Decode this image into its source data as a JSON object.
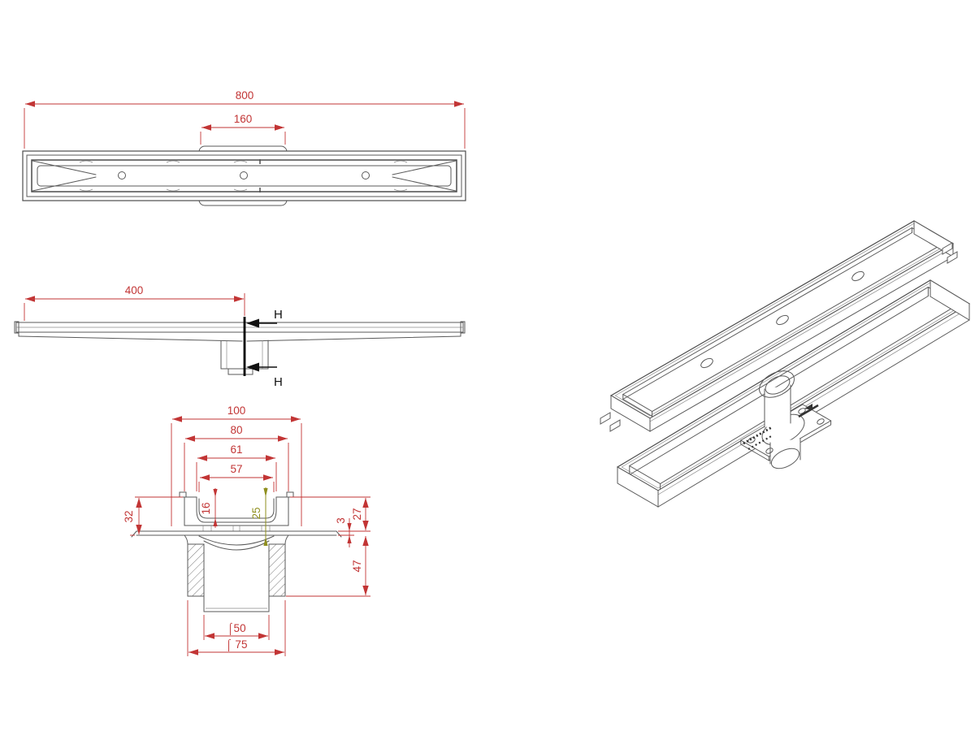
{
  "drawing": {
    "title": "linear-floor-drain-technical-drawing",
    "background": "#ffffff",
    "colors": {
      "outline": "#5a5a5a",
      "dimension": "#c23535",
      "dimension_secondary": "#8f8f1e",
      "section_mark": "#000000"
    },
    "views": {
      "top": {
        "dimensions": {
          "overall_length": "800",
          "flange_length": "160"
        }
      },
      "side": {
        "dimensions": {
          "outlet_offset": "400"
        },
        "section_label": "H"
      },
      "section": {
        "dimensions": {
          "flange_width": "100",
          "body_width": "80",
          "rim_width": "61",
          "channel_width": "57",
          "channel_depth": "16",
          "depth_to_flange": "25",
          "height_left": "32",
          "flange_thickness": "3",
          "height_above_flange": "27",
          "spigot_length": "47",
          "outlet_diameter": "⌠50",
          "spigot_diameter": "⌠ 75"
        }
      },
      "isometric": {}
    }
  }
}
